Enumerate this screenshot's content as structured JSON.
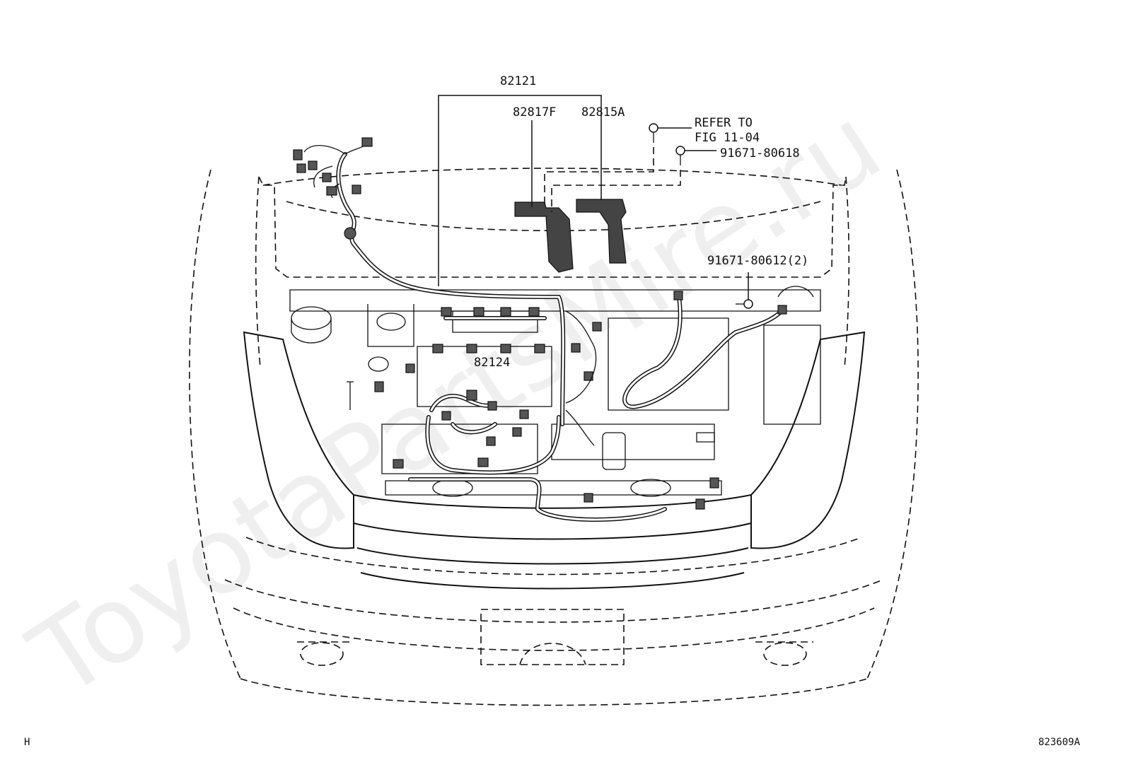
{
  "diagram": {
    "labels": {
      "p82121": "82121",
      "p82817F": "82817F",
      "p82815A": "82815A",
      "refer_line1": "REFER TO",
      "refer_line2": "FIG 11-04",
      "p91671_80618": "91671-80618",
      "p91671_80612": "91671-80612(2)",
      "p82124": "82124"
    },
    "corner_left": "H",
    "corner_right": "823609A",
    "watermark": "ToyotaPartsMire.ru"
  }
}
